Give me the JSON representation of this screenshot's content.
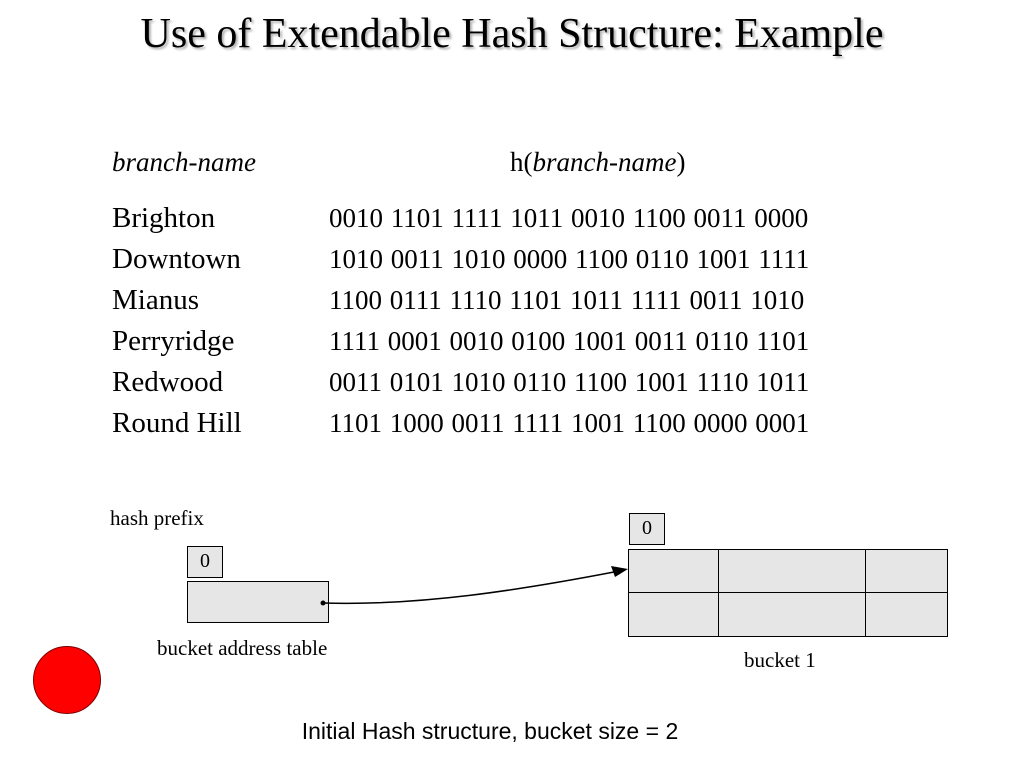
{
  "slide": {
    "title": "Use of Extendable Hash Structure:  Example",
    "caption": "Initial Hash structure, bucket size = 2",
    "accent_color": "#ff0000",
    "box_fill_color": "#e6e6e6"
  },
  "table": {
    "col1_header": "branch-name",
    "col2_header_prefix": "h(",
    "col2_header_italic": "branch-name",
    "col2_header_suffix": ")",
    "rows": [
      {
        "name": "Brighton",
        "hash": "0010 1101 1111 1011 0010 1100 0011 0000"
      },
      {
        "name": "Downtown",
        "hash": "1010 0011 1010 0000 1100 0110 1001 1111"
      },
      {
        "name": "Mianus",
        "hash": "1100 0111 1110 1101 1011 1111 0011 1010"
      },
      {
        "name": "Perryridge",
        "hash": "1111 0001 0010 0100 1001 0011 0110 1101"
      },
      {
        "name": "Redwood",
        "hash": "0011 0101 1010 0110 1100 1001 1110 1011"
      },
      {
        "name": "Round Hill",
        "hash": "1101 1000 0011 1111 1001 1100 0000 0001"
      }
    ]
  },
  "diagram": {
    "hash_prefix_label": "hash prefix",
    "global_depth": "0",
    "bucket_address_table_label": "bucket address table",
    "local_depth": "0",
    "bucket_label": "bucket 1",
    "pointer_icon": "arrow-right-icon"
  }
}
